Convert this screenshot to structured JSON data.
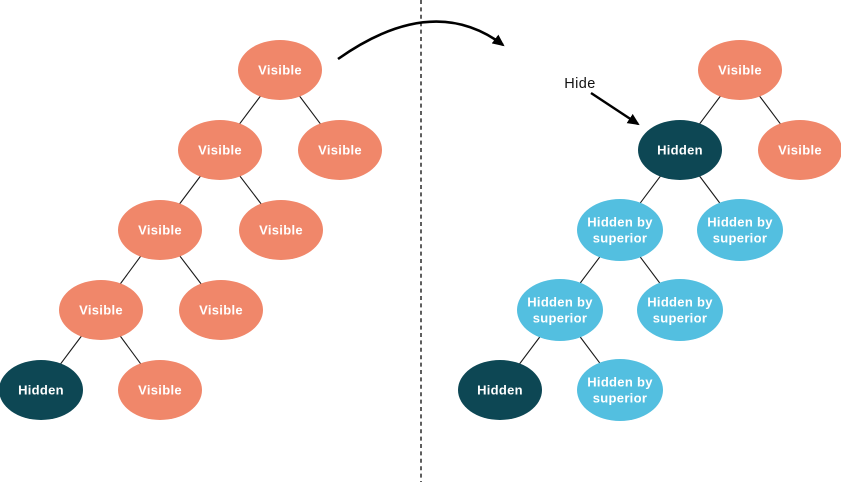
{
  "diagram": {
    "colors": {
      "visible": "#F0876A",
      "hidden": "#0D4754",
      "hidden_by_superior": "#53BFE0",
      "node_text": "#FFFFFF",
      "annotation_text": "#111111"
    },
    "hide_annotation": {
      "label": "Hide"
    },
    "left_tree": {
      "nodes": [
        {
          "label": "Visible",
          "state": "visible"
        },
        {
          "label": "Visible",
          "state": "visible"
        },
        {
          "label": "Visible",
          "state": "visible"
        },
        {
          "label": "Visible",
          "state": "visible"
        },
        {
          "label": "Visible",
          "state": "visible"
        },
        {
          "label": "Visible",
          "state": "visible"
        },
        {
          "label": "Visible",
          "state": "visible"
        },
        {
          "label": "Hidden",
          "state": "hidden"
        },
        {
          "label": "Visible",
          "state": "visible"
        }
      ]
    },
    "right_tree": {
      "nodes": [
        {
          "label": "Visible",
          "state": "visible"
        },
        {
          "label": "Hidden",
          "state": "hidden"
        },
        {
          "label": "Visible",
          "state": "visible"
        },
        {
          "label": "Hidden by superior",
          "lines": [
            "Hidden by",
            "superior"
          ],
          "state": "hidden_by_superior"
        },
        {
          "label": "Hidden by superior",
          "lines": [
            "Hidden by",
            "superior"
          ],
          "state": "hidden_by_superior"
        },
        {
          "label": "Hidden by superior",
          "lines": [
            "Hidden by",
            "superior"
          ],
          "state": "hidden_by_superior"
        },
        {
          "label": "Hidden by superior",
          "lines": [
            "Hidden by",
            "superior"
          ],
          "state": "hidden_by_superior"
        },
        {
          "label": "Hidden",
          "state": "hidden"
        },
        {
          "label": "Hidden by superior",
          "lines": [
            "Hidden by",
            "superior"
          ],
          "state": "hidden_by_superior"
        }
      ]
    }
  }
}
